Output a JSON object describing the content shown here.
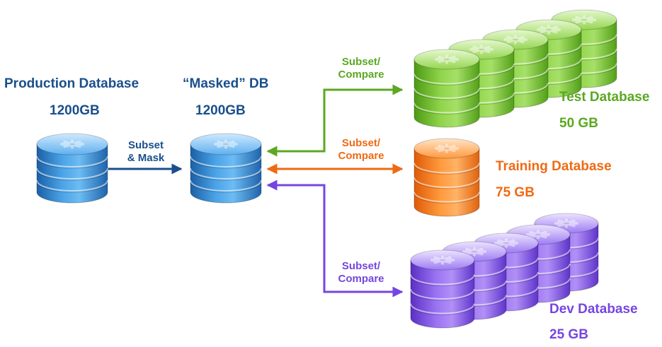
{
  "colors": {
    "production": "#1a4f8c",
    "masked": "#1a4f8c",
    "test": "#5ba821",
    "training": "#ef6a14",
    "dev": "#7645e0",
    "arrow_blue": "#1a4f8c"
  },
  "production": {
    "title": "Production Database",
    "size": "1200GB",
    "icon": "database-icon"
  },
  "masked": {
    "title": "“Masked” DB",
    "size": "1200GB",
    "icon": "database-icon"
  },
  "test": {
    "title": "Test Database",
    "size": "50 GB",
    "icon": "database-stack-icon"
  },
  "training": {
    "title": "Training Database",
    "size": "75 GB",
    "icon": "database-icon"
  },
  "dev": {
    "title": "Dev Database",
    "size": "25 GB",
    "icon": "database-stack-icon"
  },
  "arrows": {
    "subset_mask": {
      "line1": "Subset",
      "line2": "& Mask"
    },
    "test": {
      "line1": "Subset/",
      "line2": "Compare"
    },
    "training": {
      "line1": "Subset/",
      "line2": "Compare"
    },
    "dev": {
      "line1": "Subset/",
      "line2": "Compare"
    }
  }
}
